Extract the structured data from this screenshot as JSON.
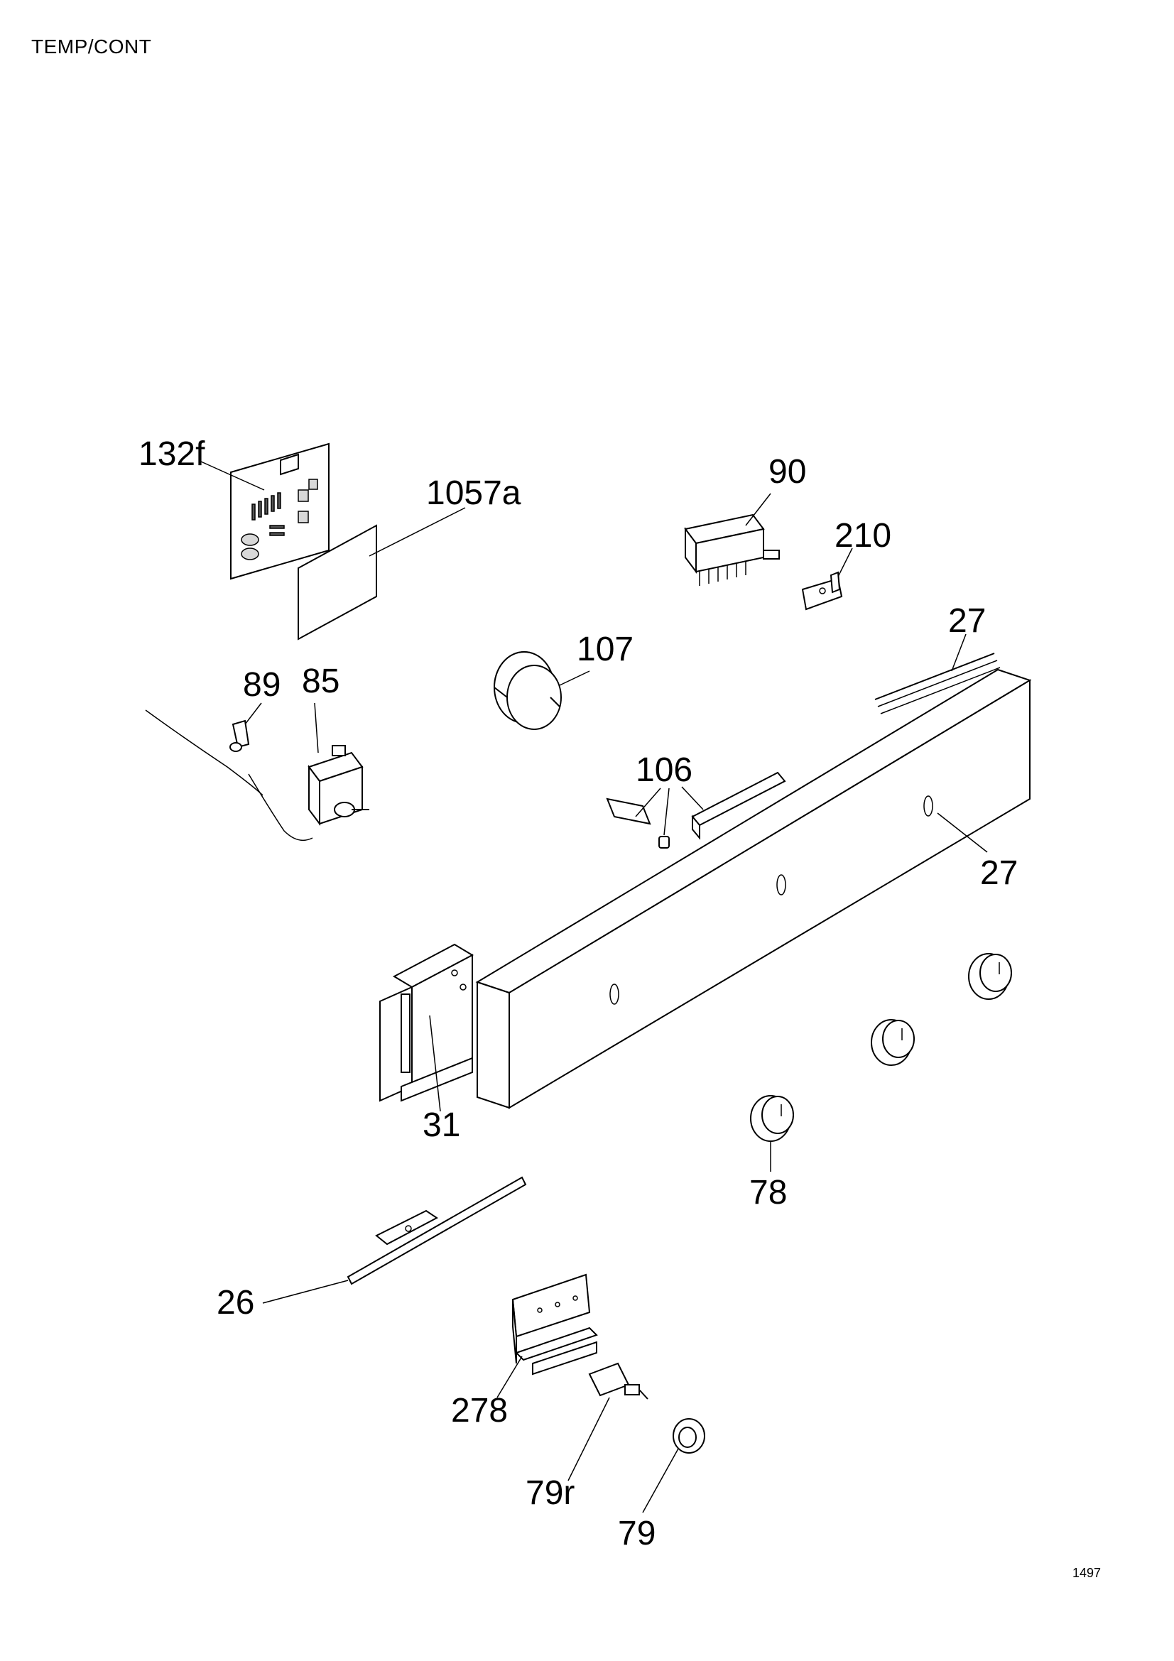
{
  "header": {
    "title": "TEMP/CONT"
  },
  "footer": {
    "page_number": "1497"
  },
  "callouts": {
    "c132f": "132f",
    "c1057a": "1057a",
    "c90": "90",
    "c210": "210",
    "c27_top": "27",
    "c107": "107",
    "c89": "89",
    "c85": "85",
    "c106": "106",
    "c27_panel": "27",
    "c31": "31",
    "c78": "78",
    "c26": "26",
    "c278": "278",
    "c79r": "79r",
    "c79": "79"
  }
}
